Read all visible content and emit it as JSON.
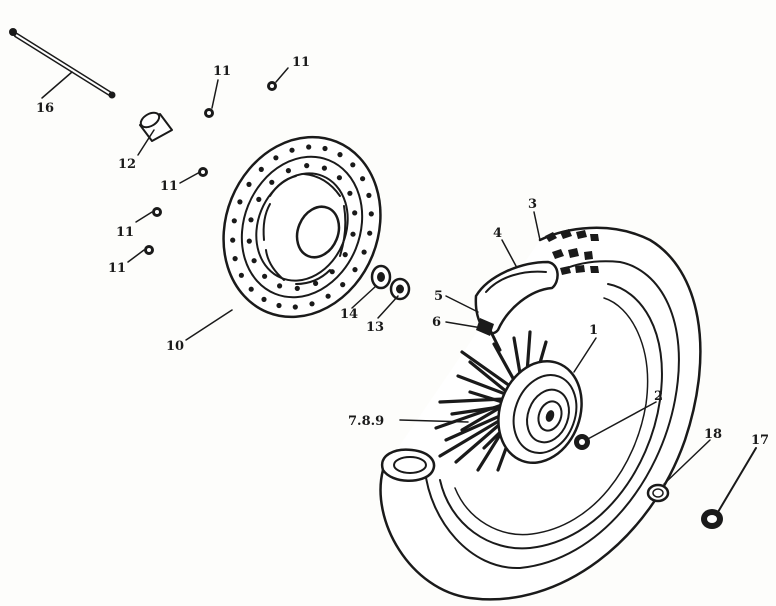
{
  "diagram": {
    "type": "exploded-parts-view",
    "callouts": [
      {
        "id": "c1",
        "text": "1"
      },
      {
        "id": "c2",
        "text": "2"
      },
      {
        "id": "c3",
        "text": "3"
      },
      {
        "id": "c4",
        "text": "4"
      },
      {
        "id": "c5",
        "text": "5"
      },
      {
        "id": "c6",
        "text": "6"
      },
      {
        "id": "c789",
        "text": "7.8.9"
      },
      {
        "id": "c10",
        "text": "10"
      },
      {
        "id": "c11a",
        "text": "11"
      },
      {
        "id": "c11b",
        "text": "11"
      },
      {
        "id": "c11c",
        "text": "11"
      },
      {
        "id": "c11d",
        "text": "11"
      },
      {
        "id": "c11e",
        "text": "11"
      },
      {
        "id": "c12",
        "text": "12"
      },
      {
        "id": "c13",
        "text": "13"
      },
      {
        "id": "c14",
        "text": "14"
      },
      {
        "id": "c16",
        "text": "16"
      },
      {
        "id": "c17",
        "text": "17"
      },
      {
        "id": "c18",
        "text": "18"
      }
    ],
    "ink_color": "#1a1a1a",
    "background_color": "#fdfdfb"
  }
}
